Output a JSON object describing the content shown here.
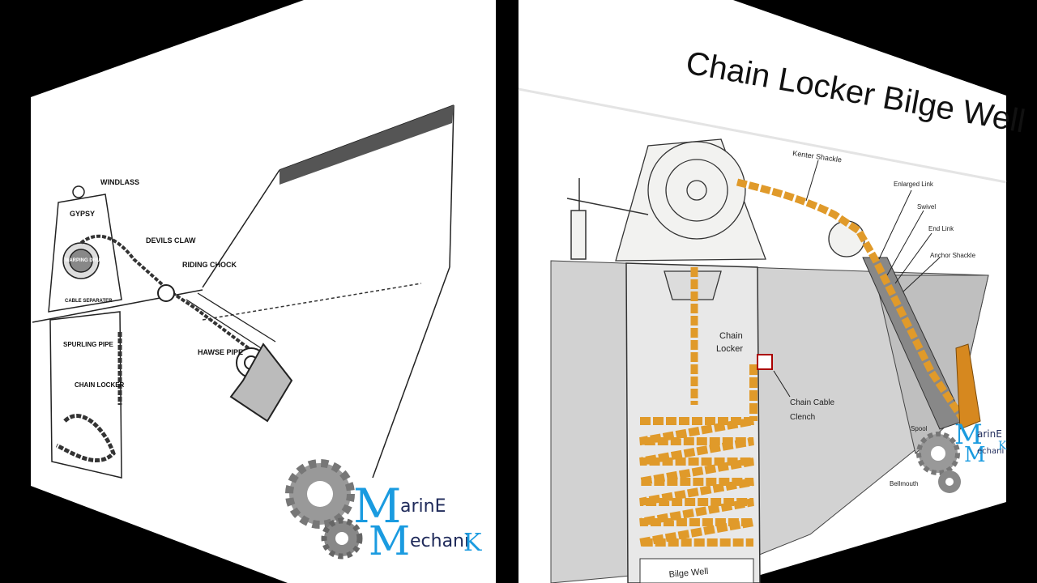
{
  "left_diagram": {
    "labels": {
      "windlass": "WINDLASS",
      "gypsy": "GYPSY",
      "warping_drum": "WARPING DRUM",
      "cable_separater": "CABLE SEPARATER",
      "devils_claw": "DEVILS CLAW",
      "riding_chock": "RIDING CHOCK",
      "spurling_pipe": "SPURLING PIPE",
      "hawse_pipe": "HAWSE PIPE",
      "chain_locker": "CHAIN LOCKER"
    },
    "logo": {
      "line1_big": "M",
      "line1_rest": "arinE",
      "line2_big": "M",
      "line2_rest": "echani",
      "line2_end": "K"
    }
  },
  "right_diagram": {
    "title": "Chain Locker Bilge Well",
    "labels": {
      "kenter_shackle": "Kenter Shackle",
      "enlarged_link": "Enlarged Link",
      "swivel": "Swivel",
      "end_link": "End Link",
      "anchor_shackle": "Anchor Shackle",
      "chain_locker": "Chain Locker",
      "chain_cable_clench": "Chain Cable Clench",
      "spool": "Spool",
      "bellmouth": "Bellmouth",
      "bilge_well": "Bilge Well"
    },
    "logo": {
      "line1_big": "M",
      "line1_rest": "arinE",
      "line2_big": "M",
      "line2_rest": "echani",
      "line2_end": "K"
    }
  },
  "colors": {
    "chain": "#e09a2a",
    "chain_dark": "#a86a10",
    "logo_blue": "#1a9be0",
    "panel_grey": "#d2d2d2"
  }
}
